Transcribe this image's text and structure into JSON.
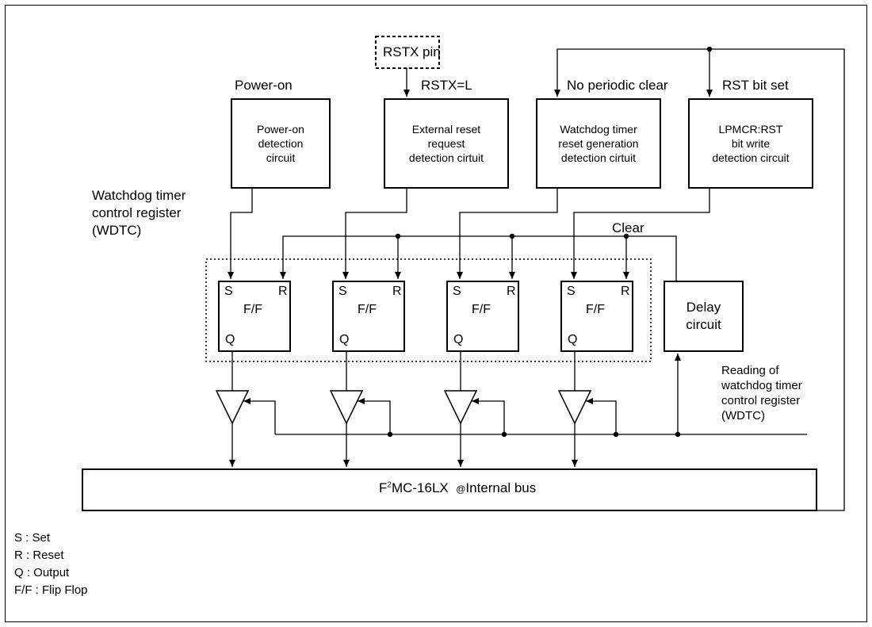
{
  "labels": {
    "rstx_pin": "RSTX pin",
    "rstx_l": "RSTX=L",
    "power_on": "Power-on",
    "no_periodic_clear": "No periodic clear",
    "rst_bit_set": "RST bit set",
    "wdtc_side": [
      "Watchdog timer",
      "control register",
      "(WDTC)"
    ],
    "clear": "Clear",
    "reading": [
      "Reading of",
      "watchdog timer",
      "control register",
      "(WDTC)"
    ]
  },
  "blocks": {
    "power_on_detect": [
      "Power-on",
      "detection",
      "circuit"
    ],
    "external_reset": [
      "External reset",
      "request",
      "detection cirtuit"
    ],
    "watchdog_reset": [
      "Watchdog timer",
      "reset generation",
      "detection cirtuit"
    ],
    "lpmcr_rst": [
      "LPMCR:RST",
      "bit write",
      "detection circuit"
    ],
    "delay": [
      "Delay",
      "circuit"
    ]
  },
  "flipflop": {
    "s": "S",
    "r": "R",
    "ff": "F/F",
    "q": "Q"
  },
  "bus": {
    "prefix": "F",
    "sup": "2",
    "name": "MC-16LX",
    "at": "@",
    "label": "Internal bus"
  },
  "legend": [
    "S : Set",
    "R : Reset",
    "Q : Output",
    "F/F : Flip Flop"
  ]
}
